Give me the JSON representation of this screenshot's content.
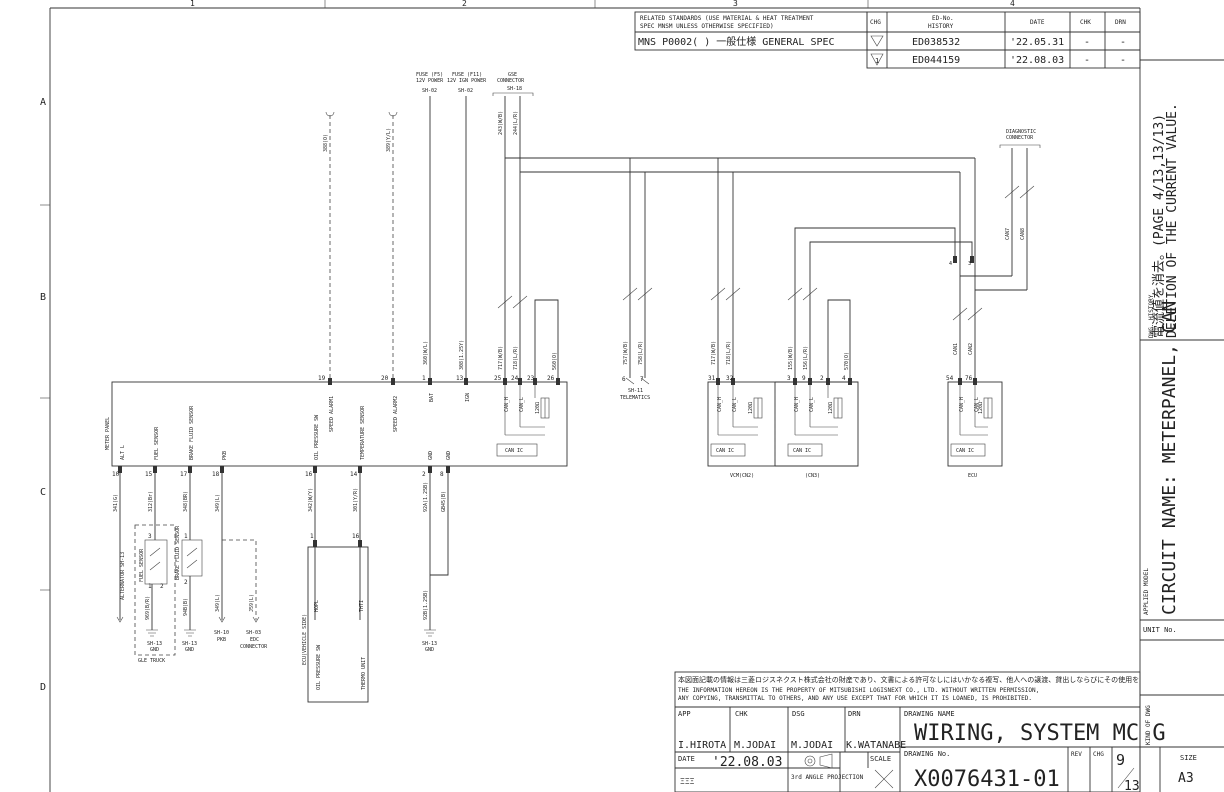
{
  "frame": {
    "columns": [
      "1",
      "2",
      "3",
      "4"
    ],
    "rows": [
      "A",
      "B",
      "C",
      "D"
    ]
  },
  "standards": {
    "line1": "RELATED STANDARDS (USE MATERIAL & HEAT TREATMENT",
    "line2": "SPEC MNSM UNLESS OTHERWISE SPECIFIED)",
    "spec": "MNS P0002(    ) 一般仕様 GENERAL SPEC"
  },
  "history_table": {
    "headers": [
      "CHG",
      "ED-No.",
      "HISTORY",
      "DATE",
      "CHK",
      "DRN"
    ],
    "rows": [
      {
        "chg": "",
        "ed": "ED038532",
        "date": "'22.05.31",
        "chk": "-",
        "drn": "-"
      },
      {
        "chg": "1",
        "ed": "ED044159",
        "date": "'22.08.03",
        "chk": "-",
        "drn": "-"
      }
    ]
  },
  "side_panel": {
    "dwg_history_label": "DWG. HISTORY",
    "history_jp": "電流値を消去。(PAGE 4/13,13/13)",
    "history_en": "DELETION OF THE CURRENT VALUE.",
    "circuit_name": "CIRCUIT NAME: METERPANEL, CAN",
    "applied_model_label": "APPLIED MODEL",
    "unit_no_label": "UNIT No.",
    "kind_of_dwg_label": "KIND OF DWG"
  },
  "title_block": {
    "notice_jp": "本図面記載の情報は三菱ロジスネクスト株式会社の財産であり、文書による許可なしにはいかなる複写、他人への譲渡、貸出しならびにその使用を",
    "notice_en1": "THE INFORMATION HEREON IS THE PROPERTY OF MITSUBISHI LOGISNEXT CO., LTD. WITHOUT WRITTEN PERMISSION,",
    "notice_en2": "ANY COPYING, TRANSMITTAL TO OTHERS, AND ANY USE EXCEPT THAT FOR WHICH IT IS LOANED, IS PROHIBITED.",
    "app_label": "APP",
    "chk_label": "CHK",
    "dsg_label": "DSG",
    "drn_label": "DRN",
    "app": "I.HIROTA",
    "chk": "M.JODAI",
    "dsg": "M.JODAI",
    "drn": "K.WATANABE",
    "date_label": "DATE",
    "date": "'22.08.03",
    "scale_label": "SCALE",
    "projection": "3rd ANGLE PROJECTION",
    "drawing_name_label": "DRAWING NAME",
    "drawing_name": "WIRING, SYSTEM MC G",
    "drawing_no_label": "DRAWING No.",
    "drawing_no": "X0076431-01",
    "rev_label": "REV",
    "chg_label": "CHG",
    "sheet": "9",
    "sheet_total": "13",
    "size_label": "SIZE",
    "size": "A3"
  },
  "top_refs": {
    "fuse_f5": [
      "FUSE (F5)",
      "12V POWER",
      "SH-02"
    ],
    "fuse_f11": [
      "FUSE (F11)",
      "12V IGN POWER",
      "SH-02"
    ],
    "gse": [
      "GSE",
      "CONNECTOR",
      "SH-18"
    ],
    "diag": [
      "DIAGNOSTIC",
      "CONNECTOR"
    ]
  },
  "meter_panel": {
    "name": "METER PANEL",
    "pins": [
      {
        "no": "10",
        "label": "ALT L",
        "wire": "341(G)"
      },
      {
        "no": "15",
        "label": "FUEL SENSOR",
        "wire": "312(Br)"
      },
      {
        "no": "17",
        "label": "BRAKE FLUID SENSOR",
        "wire": "348(BR)"
      },
      {
        "no": "18",
        "label": "PKB",
        "wire": "349(L)"
      },
      {
        "no": "16",
        "label": "OIL PRESSURE SW",
        "wire": "342(W/Y)"
      },
      {
        "no": "14",
        "label": "TEMPERATURE SENSOR",
        "wire": "301(Y/R)"
      },
      {
        "no": "2",
        "label": "GND",
        "wire": "92A(1.25B)"
      },
      {
        "no": "8",
        "label": "GND",
        "wire": "GB45(B)"
      }
    ],
    "top_pins": [
      {
        "no": "19",
        "label": "SPEED ALARM1",
        "wire": "388(O)"
      },
      {
        "no": "20",
        "label": "SPEED ALARM2",
        "wire": "389(Y/L)"
      },
      {
        "no": "1",
        "label": "BAT",
        "wire": "360(W/L)"
      },
      {
        "no": "13",
        "label": "IGN",
        "wire": "308(1.25Y)"
      }
    ],
    "can_pins": [
      "25",
      "24",
      "23",
      "26"
    ],
    "can_wires": [
      "717(W/B)",
      "718(L/R)",
      "560(O)"
    ],
    "can_labels": [
      "CAN_H",
      "CAN_L"
    ],
    "resistor": "120Ω",
    "can_ic": "CAN IC"
  },
  "gse_wires": [
    "243(W/B)",
    "244(L/R)"
  ],
  "telematics": {
    "wires": [
      "757(W/B)",
      "758(L/R)"
    ],
    "pins": [
      "6",
      "7"
    ],
    "label": [
      "SH-11",
      "TELEMATICS"
    ]
  },
  "vcm": {
    "cn2_pins": [
      "31",
      "32"
    ],
    "cn2_wires": [
      "717(W/B)",
      "718(L/R)"
    ],
    "cn3_pins": [
      "3",
      "9",
      "2",
      "4"
    ],
    "cn3_wires": [
      "155(W/B)",
      "156(L/R)",
      "570(O)"
    ],
    "label_cn2": "VCM(CN2)",
    "label_cn3": "(CN3)"
  },
  "ecu": {
    "pins": [
      "54",
      "76"
    ],
    "wires": [
      "CAN1",
      "CAN2"
    ],
    "label": "ECU",
    "diag_pins": [
      "4",
      "3"
    ],
    "diag_wires": [
      "CAN7",
      "CAN8"
    ]
  },
  "lower": {
    "alternator": "ALTERNATOR SH-13",
    "fuel_sensor": "FUEL SENSOR",
    "fuel_pins": [
      "3",
      "1",
      "2"
    ],
    "fuel_wire": "969(B/R)",
    "brake_sensor": "BRAKE FLUID SENSOR",
    "brake_pins": [
      "1",
      "2"
    ],
    "brake_wire": "94B(B)",
    "gnd_ref": [
      "SH-13",
      "GND"
    ],
    "gle_truck": "GLE TRUCK",
    "pkb_ref": [
      "SH-10",
      "PKB"
    ],
    "pkb_wire": "349(L)",
    "edc_ref": [
      "SH-03",
      "EDC",
      "CONNECTOR"
    ],
    "edc_wire": "J59(L)",
    "oil_pins": [
      "1",
      "16"
    ],
    "hopl": "HOPL",
    "thti": "THTI",
    "ecu_vehicle": "ECU(VEHICLE SIDE)",
    "oil_sw": "OIL PRESSURE SW",
    "thermo": "THERMO UNIT",
    "gnd_wire2": "92B(1.25B)"
  }
}
